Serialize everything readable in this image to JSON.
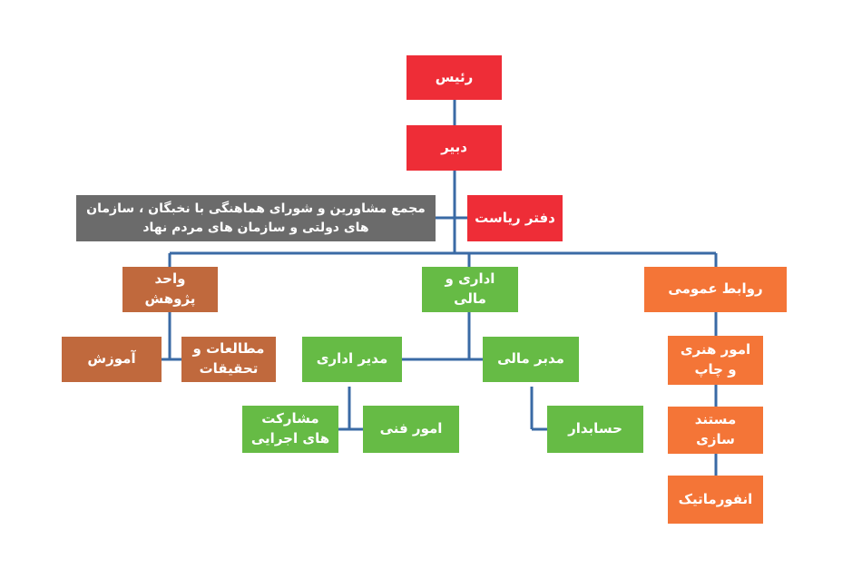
{
  "nodes": {
    "president": "رئیس",
    "secretary": "دبیر",
    "council": "مجمع مشاورین و شورای هماهنگی با نخبگان ، سازمان های دولتی و سازمان های مردم نهاد",
    "presidency_office": "دفتر ریاست",
    "research_unit": "واحد پژوهش",
    "admin_finance": "اداری و مالی",
    "public_relations": "روابط عمومی",
    "training": "آموزش",
    "studies_research": "مطالعات و تحقیقات",
    "admin_manager": "مدیر اداری",
    "finance_manager": "مدبر مالی",
    "arts_printing": "امور هنری و چاپ",
    "participation_exec": "مشارکت های اجرایی",
    "technical_affairs": "امور فنی",
    "accountant": "حسابدار",
    "documentation": "مستند سازی",
    "infographic": "انفورماتیک"
  },
  "colors": {
    "line": "#3a6aa5",
    "red": "#ee2d37",
    "gray": "#6b6b6b",
    "brown": "#c0693d",
    "green": "#66bb45",
    "orange": "#f47537"
  }
}
